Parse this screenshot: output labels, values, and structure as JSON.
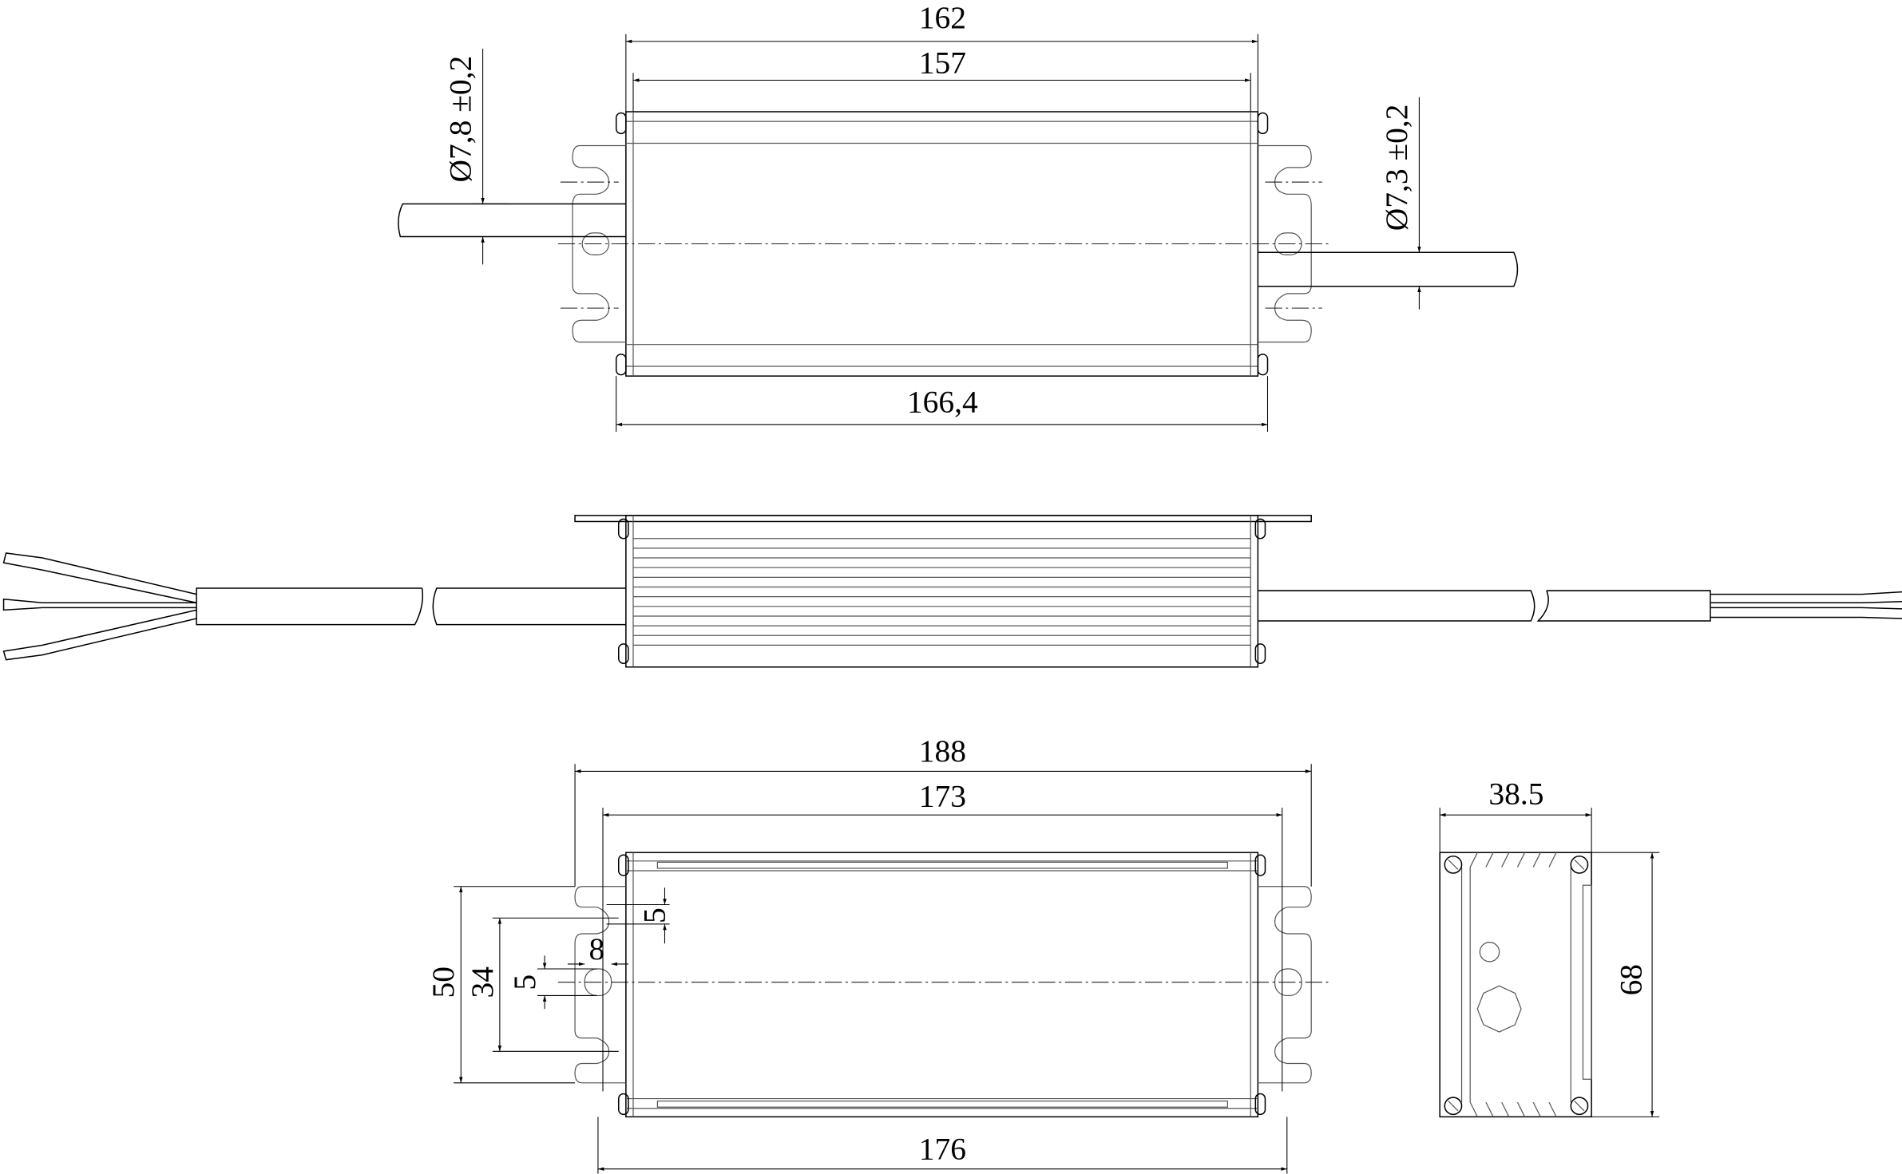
{
  "top_view": {
    "dim_overall_body": "162",
    "dim_inner_body": "157",
    "dim_total_with_caps": "166,4",
    "dim_input_cable": "Ø7,8 ±0,2",
    "dim_output_cable": "Ø7,3 ±0,2"
  },
  "bottom_view": {
    "dim_total_flange": "188",
    "dim_hole_spacing": "173",
    "dim_body_length": "176",
    "dim_height_total": "50",
    "dim_hole_pitch": "34",
    "dim_slot_width": "5",
    "dim_slot_length": "8",
    "dim_slot_top": "5"
  },
  "end_view": {
    "dim_width": "38.5",
    "dim_height": "68"
  }
}
